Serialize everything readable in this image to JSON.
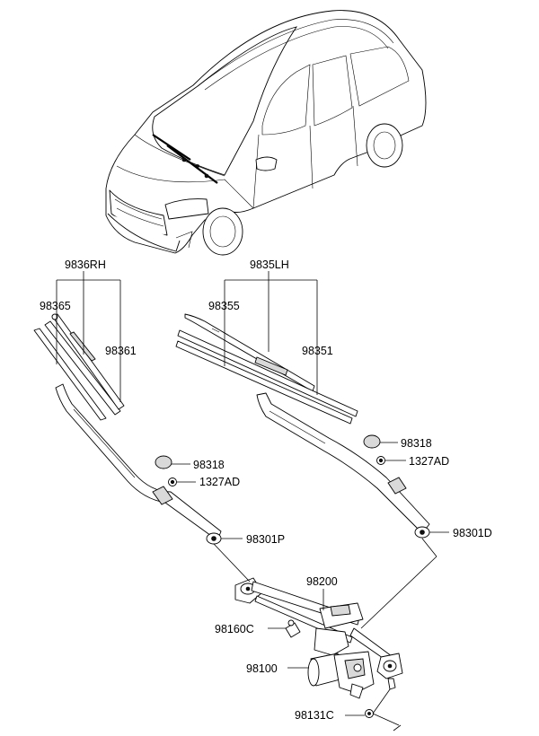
{
  "labels": {
    "rh_assembly": "9836RH",
    "lh_assembly": "9835LH",
    "rh_blade_refill": "98365",
    "rh_blade": "98361",
    "lh_blade_refill": "98355",
    "lh_blade": "98351",
    "cap_rh": "98318",
    "cap_lh": "98318",
    "nut_rh": "1327AD",
    "nut_lh": "1327AD",
    "arm_passenger": "98301P",
    "arm_driver": "98301D",
    "linkage": "98200",
    "pivot_cap": "98160C",
    "motor": "98100",
    "bolt": "98131C"
  },
  "colors": {
    "line": "#000000",
    "background": "#ffffff",
    "shade": "#d9d9d9"
  }
}
